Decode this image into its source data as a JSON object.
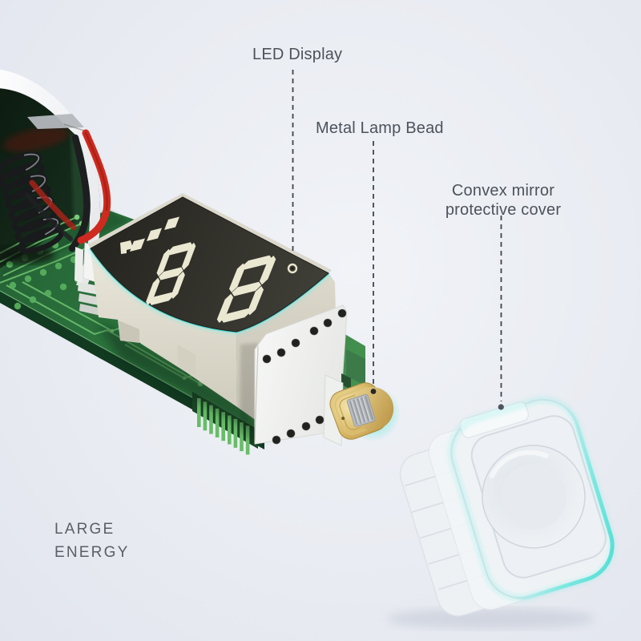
{
  "image": {
    "kind": "annotated-product-render",
    "background": "#e9ecf2"
  },
  "callouts": [
    {
      "id": "led-display",
      "label": "LED Display"
    },
    {
      "id": "metal-lamp-bead",
      "label": "Metal Lamp Bead"
    },
    {
      "id": "convex-mirror-protective-cover",
      "label_lines": [
        "Convex mirror",
        "protective cover"
      ]
    }
  ],
  "brand": {
    "line1": "LARGE",
    "line2": "ENERGY"
  },
  "device": {
    "display_value": "88",
    "components": [
      "outer-shell",
      "coil-spring",
      "red-wire",
      "black-wire",
      "circuit-board",
      "led-display-module",
      "perforated-mounting-plate",
      "metal-lamp-bead",
      "convex-mirror-protective-cover"
    ]
  },
  "colors": {
    "accent_cyan": "#3ed8d1",
    "pcb_green": "#2f7c42",
    "trace_green": "#74c874",
    "gold": "#d4b05c",
    "display_face": "#2f2e29",
    "segment_cream": "#ebe8d2",
    "label_text": "#4d525b",
    "leader_line": "#3f444b"
  }
}
